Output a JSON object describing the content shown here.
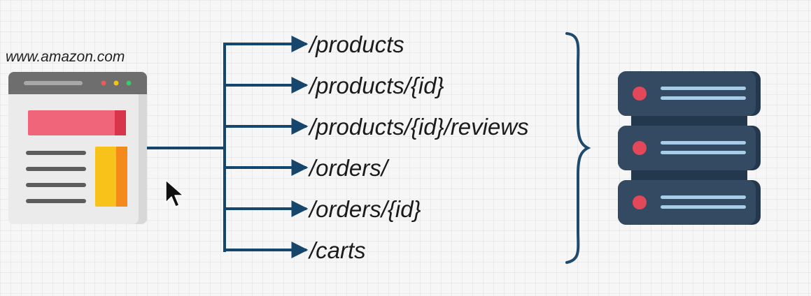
{
  "site": {
    "url": "www.amazon.com"
  },
  "routes": [
    {
      "label": "/products"
    },
    {
      "label": "/products/{id}"
    },
    {
      "label": "/products/{id}/reviews"
    },
    {
      "label": "/orders/"
    },
    {
      "label": "/orders/{id}"
    },
    {
      "label": "/carts"
    }
  ],
  "server": {
    "units": 3
  },
  "colors": {
    "connector": "#16466b",
    "brace": "#1f4a6d",
    "server_body": "#344a63",
    "server_dark": "#24384d",
    "server_light": "#a9cde8",
    "server_led": "#e3475a",
    "browser_bar": "#6e6e6e",
    "browser_panel": "#d8d8d8",
    "banner": "#f0657a",
    "sidebar_block": "#f7c21a",
    "text_line": "#5c5c5c",
    "dot_red": "#ee5a5a",
    "dot_yellow": "#f3c316",
    "dot_green": "#38c96a",
    "cursor": "#111111"
  }
}
